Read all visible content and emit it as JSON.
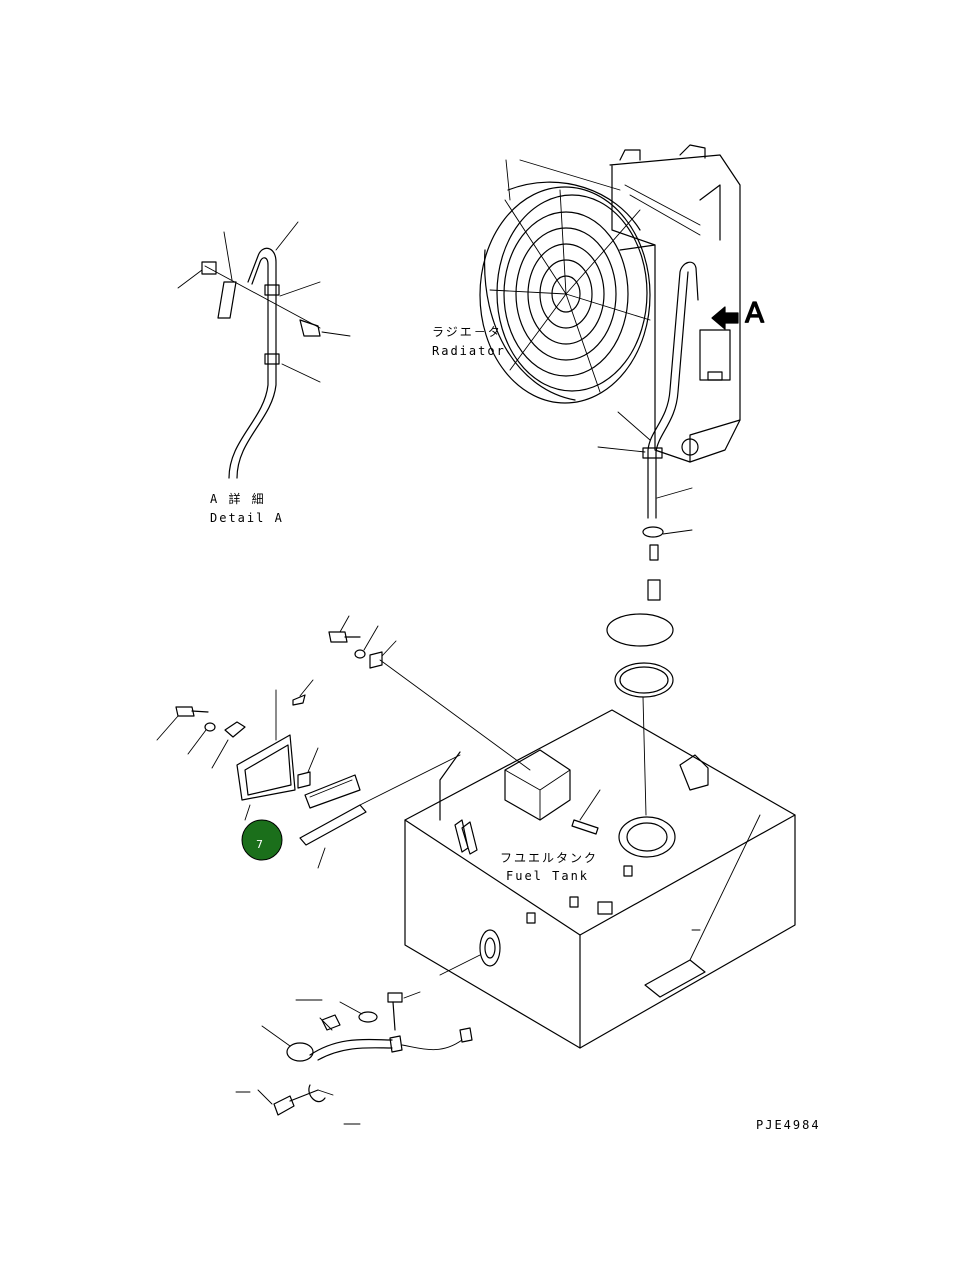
{
  "labels": {
    "radiator_jp": "ラジエ－タ",
    "radiator_en": "Radiator",
    "detail_jp": "A 詳 細",
    "detail_en": "Detail A",
    "view_letter": "A",
    "fuel_tank_jp": "フユエルタンク",
    "fuel_tank_en": "Fuel Tank",
    "drawing_code": "PJE4984"
  },
  "callout": {
    "number": "7",
    "color": "#1b6f1b"
  },
  "colors": {
    "line": "#000000",
    "background": "#ffffff"
  }
}
